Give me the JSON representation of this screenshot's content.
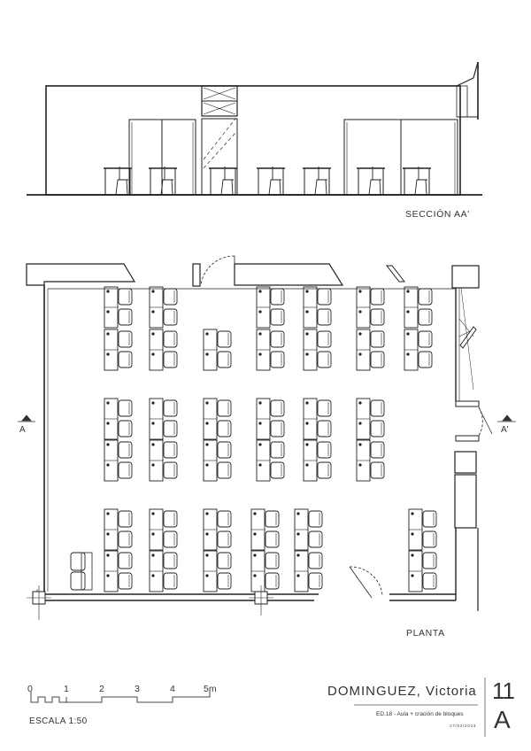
{
  "drawing": {
    "section_label": "SECCIÓN AA'",
    "plan_label": "PLANTA",
    "section_marker_left": "A",
    "section_marker_right": "A'"
  },
  "scale_bar": {
    "ticks": [
      "0",
      "1",
      "2",
      "3",
      "4",
      "5m"
    ],
    "label": "ESCALA 1:50"
  },
  "title_block": {
    "author": "DOMINGUEZ, Victoria",
    "subtitle": "ED.18 - Aula + cración de bloques",
    "date": "27/02/2023",
    "sheet_number": "11",
    "sheet_letter": "A"
  },
  "colors": {
    "line": "#222222",
    "light_line": "#777777",
    "paper": "#ffffff"
  }
}
